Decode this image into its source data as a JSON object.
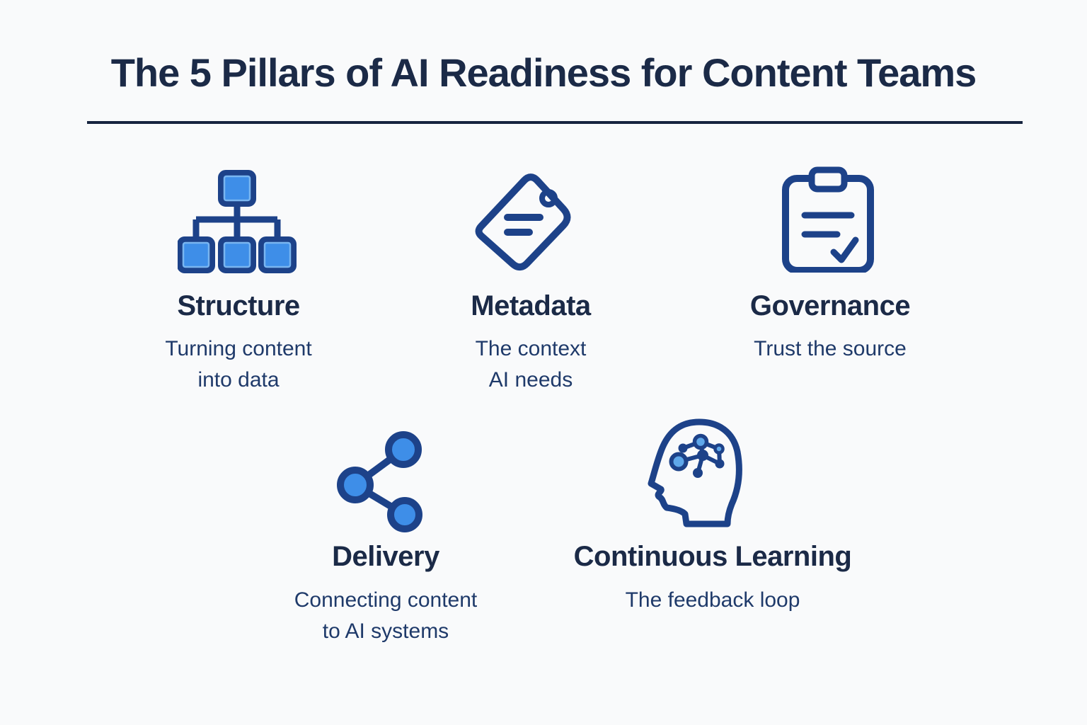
{
  "title": "The 5 Pillars of AI Readiness for Content Teams",
  "colors": {
    "background": "#f9fafb",
    "title_text": "#1b2a47",
    "heading_text": "#1b2a47",
    "subtitle_text": "#1f3a6a",
    "divider": "#16243f",
    "icon_stroke": "#1d4289",
    "icon_fill": "#3e8ee8",
    "icon_node_fill": "#5fa8ea"
  },
  "pillars": [
    {
      "id": "structure",
      "icon": "hierarchy-icon",
      "heading": "Structure",
      "subtitle_lines": [
        "Turning content",
        "into data"
      ]
    },
    {
      "id": "metadata",
      "icon": "tag-icon",
      "heading": "Metadata",
      "subtitle_lines": [
        "The context",
        "AI needs"
      ]
    },
    {
      "id": "governance",
      "icon": "clipboard-check-icon",
      "heading": "Governance",
      "subtitle_lines": [
        "Trust the source"
      ]
    },
    {
      "id": "delivery",
      "icon": "share-icon",
      "heading": "Delivery",
      "subtitle_lines": [
        "Connecting content",
        "to AI systems"
      ]
    },
    {
      "id": "continuous-learning",
      "icon": "head-brain-network-icon",
      "heading": "Continuous Learning",
      "subtitle_lines": [
        "The feedback loop"
      ]
    }
  ]
}
